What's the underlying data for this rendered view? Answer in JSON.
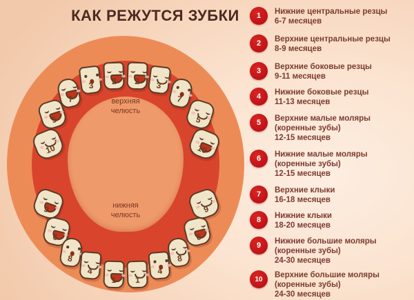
{
  "poster": {
    "title": "КАК РЕЖУТСЯ ЗУБКИ",
    "colors": {
      "background_light": "#fdeee2",
      "background_deep": "#f2c9ab",
      "lips": "#ed8b57",
      "gums": "#d9452c",
      "palate": "#ef9a6a",
      "tooth_fill": "#f0e5c9",
      "tooth_outline": "#5b3a24",
      "badge": "#c3141a",
      "legend_text": "#7a3b2e",
      "title_text": "#4a2a20"
    }
  },
  "diagram": {
    "upper_jaw_label_line1": "верхняя",
    "upper_jaw_label_line2": "челюсть",
    "lower_jaw_label_line1": "нижняя",
    "lower_jaw_label_line2": "челюсть",
    "upper_teeth": [
      {
        "num": "10",
        "type": "bigmolar",
        "face": "flat-smile"
      },
      {
        "num": "5",
        "type": "molar",
        "face": "open-laugh"
      },
      {
        "num": "7",
        "type": "canine",
        "face": "open-laugh"
      },
      {
        "num": "3",
        "type": "incisor",
        "face": "o-mouth"
      },
      {
        "num": "2",
        "type": "incisor",
        "face": "open-laugh"
      },
      {
        "num": "2",
        "type": "incisor",
        "face": "open-laugh"
      },
      {
        "num": "3",
        "type": "incisor",
        "face": "closed-smile"
      },
      {
        "num": "7",
        "type": "canine",
        "face": "o-mouth"
      },
      {
        "num": "5",
        "type": "molar",
        "face": "closed-smile"
      },
      {
        "num": "10",
        "type": "bigmolar",
        "face": "open-laugh"
      }
    ],
    "lower_teeth": [
      {
        "num": "9",
        "type": "bigmolar",
        "face": "open-laugh"
      },
      {
        "num": "6",
        "type": "molar",
        "face": "open-laugh"
      },
      {
        "num": "8",
        "type": "canine",
        "face": "o-mouth"
      },
      {
        "num": "4",
        "type": "incisor",
        "face": "closed-smile"
      },
      {
        "num": "1",
        "type": "incisor",
        "face": "open-laugh"
      },
      {
        "num": "1",
        "type": "incisor",
        "face": "closed-smile"
      },
      {
        "num": "4",
        "type": "incisor",
        "face": "o-mouth"
      },
      {
        "num": "8",
        "type": "canine",
        "face": "closed-smile"
      },
      {
        "num": "6",
        "type": "molar",
        "face": "open-laugh"
      },
      {
        "num": "9",
        "type": "bigmolar",
        "face": "flat-smile"
      }
    ]
  },
  "legend": {
    "items": [
      {
        "badge": "1",
        "line1": "Нижние центральные резцы",
        "line2": "6-7 месяцев",
        "line3": ""
      },
      {
        "badge": "2",
        "line1": "Верхние центральные резцы",
        "line2": "8-9 месяцев",
        "line3": ""
      },
      {
        "badge": "3",
        "line1": "Верхние боковые резцы",
        "line2": "9-11 месяцев",
        "line3": ""
      },
      {
        "badge": "4",
        "line1": "Нижние боковые резцы",
        "line2": "11-13 месяцев",
        "line3": ""
      },
      {
        "badge": "5",
        "line1": "Верхние малые моляры",
        "line2": "(коренные зубы)",
        "line3": "12-15 месяцев"
      },
      {
        "badge": "6",
        "line1": "Нижние малые моляры",
        "line2": "(коренные зубы)",
        "line3": "12-15 месяцев"
      },
      {
        "badge": "7",
        "line1": "Верхние клыки",
        "line2": "16-18 месяцев",
        "line3": ""
      },
      {
        "badge": "8",
        "line1": "Нижние клыки",
        "line2": "18-20 месяцев",
        "line3": ""
      },
      {
        "badge": "9",
        "line1": "Нижние большие моляры",
        "line2": "(коренные зубы)",
        "line3": "24-30 месяцев"
      },
      {
        "badge": "10",
        "line1": "Верхние большие моляры",
        "line2": "(коренные зубы)",
        "line3": "24-30 месяцев"
      }
    ]
  }
}
